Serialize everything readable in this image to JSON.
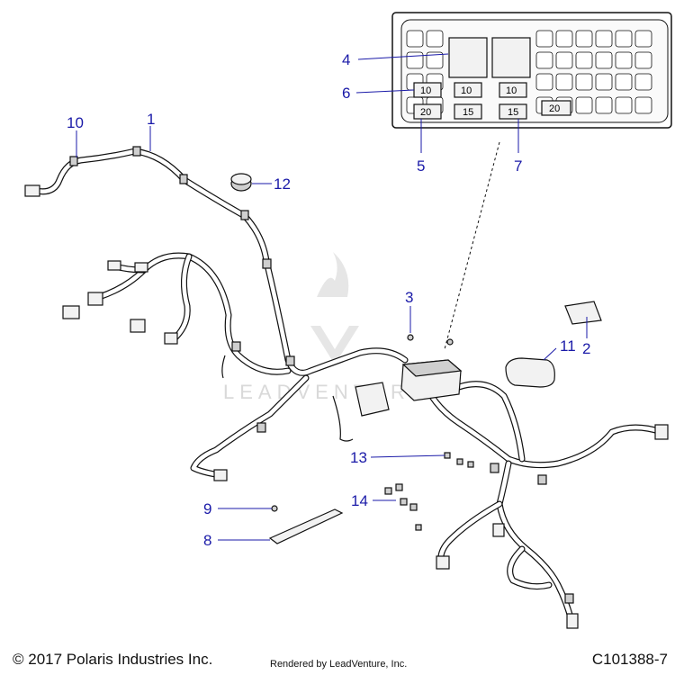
{
  "watermark_text": "LEADVENTURE",
  "callouts": [
    "1",
    "2",
    "3",
    "4",
    "5",
    "6",
    "7",
    "8",
    "9",
    "10",
    "11",
    "12",
    "13",
    "14"
  ],
  "fuse_box": {
    "row1": [
      "10",
      "10",
      "10"
    ],
    "row2": [
      "20",
      "15",
      "15",
      "20"
    ]
  },
  "footer": {
    "copyright": "© 2017 Polaris Industries Inc.",
    "rendered_by": "Rendered by LeadVenture, Inc.",
    "part_number": "C101388-7"
  },
  "colors": {
    "callout": "#1a1aa8",
    "line": "#111111"
  }
}
